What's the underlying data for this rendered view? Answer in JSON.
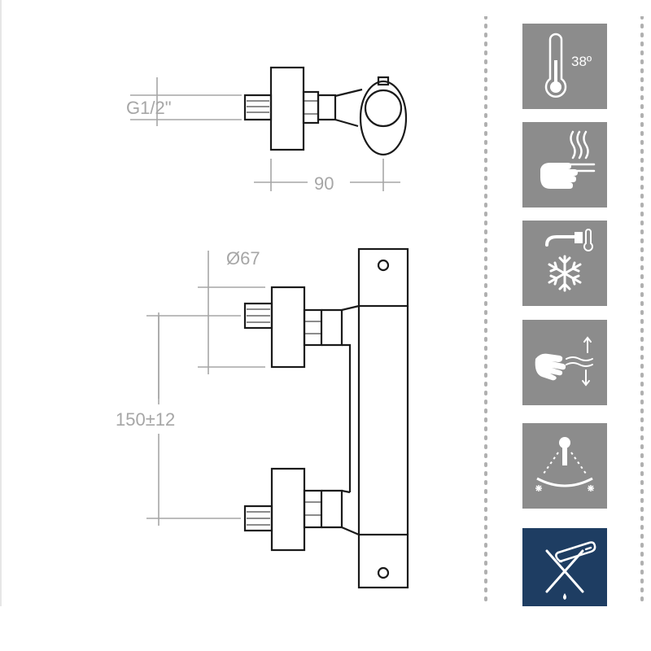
{
  "dimensions": {
    "thread": "G1/2\"",
    "width": "90",
    "diameter": "Ø67",
    "spacing": "150±12"
  },
  "icons": [
    {
      "name": "thermometer-icon",
      "label": "38º",
      "bg": "#8c8c8c"
    },
    {
      "name": "hot-surface-hand-icon",
      "label": "",
      "bg": "#8c8c8c"
    },
    {
      "name": "cold-water-faucet-icon",
      "label": "",
      "bg": "#8c8c8c"
    },
    {
      "name": "hands-flow-icon",
      "label": "",
      "bg": "#8c8c8c"
    },
    {
      "name": "shower-temperature-icon",
      "label": "",
      "bg": "#8c8c8c"
    },
    {
      "name": "no-limescale-icon",
      "label": "",
      "bg": "#1e3d62"
    }
  ],
  "colors": {
    "line": "#1a1a1a",
    "dimension": "#a6a6a6",
    "dots": "#b0b0b0"
  }
}
